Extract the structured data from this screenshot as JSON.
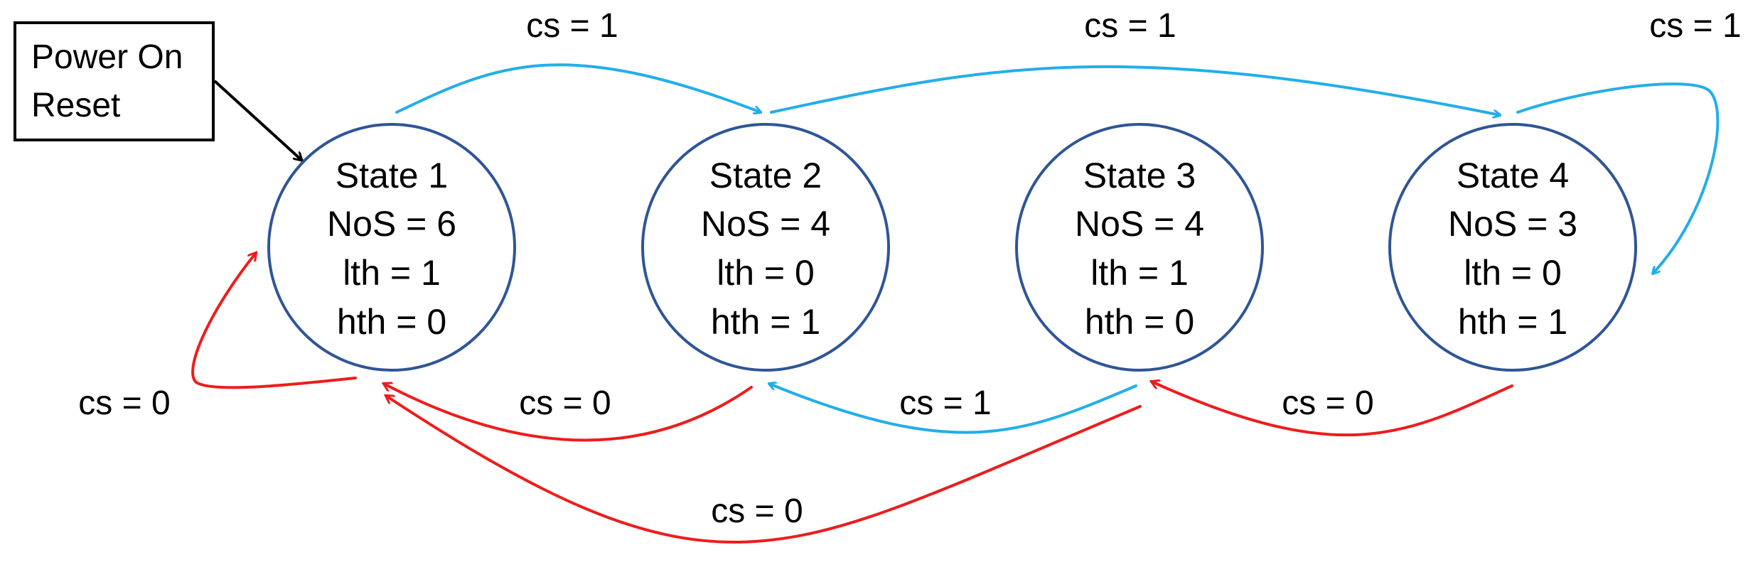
{
  "colors": {
    "state_outline": "#2f5597",
    "transition_cs1": "#22aeea",
    "transition_cs0": "#ee1c1c",
    "reset_arrow": "#000000"
  },
  "reset": {
    "lines": [
      "Power On",
      "Reset"
    ]
  },
  "states": [
    {
      "lines": [
        "State 1",
        "NoS = 6",
        "lth = 1",
        "hth = 0"
      ]
    },
    {
      "lines": [
        "State 2",
        "NoS = 4",
        "lth = 0",
        "hth = 1"
      ]
    },
    {
      "lines": [
        "State 3",
        "NoS = 4",
        "lth = 1",
        "hth = 0"
      ]
    },
    {
      "lines": [
        "State 4",
        "NoS = 3",
        "lth = 0",
        "hth = 1"
      ]
    }
  ],
  "transitions": [
    {
      "from": "State 1",
      "to": "State 2",
      "label": "cs = 1"
    },
    {
      "from": "State 2",
      "to": "State 4",
      "label": "cs = 1"
    },
    {
      "from": "State 4",
      "to": "State 4",
      "label": "cs = 1"
    },
    {
      "from": "State 1",
      "to": "State 1",
      "label": "cs = 0"
    },
    {
      "from": "State 2",
      "to": "State 1",
      "label": "cs = 0"
    },
    {
      "from": "State 3",
      "to": "State 2",
      "label": "cs = 1"
    },
    {
      "from": "State 4",
      "to": "State 3",
      "label": "cs = 0"
    },
    {
      "from": "State 3",
      "to": "State 1",
      "label": "cs = 0"
    }
  ]
}
